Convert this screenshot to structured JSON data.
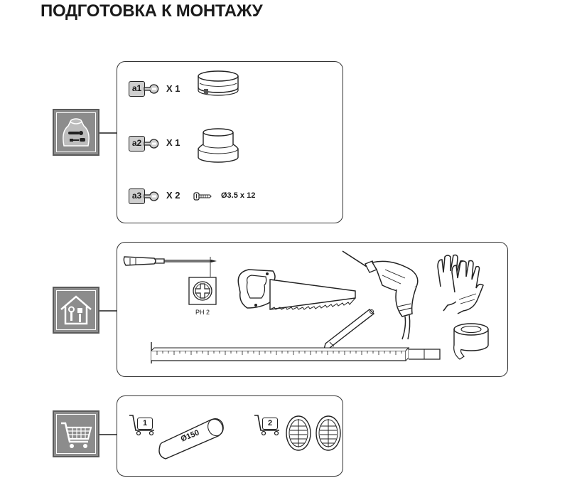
{
  "title": "ПОДГОТОВКА К МОНТАЖУ",
  "parts": [
    {
      "badge": "a1",
      "qty": "X 1"
    },
    {
      "badge": "a2",
      "qty": "X 1"
    },
    {
      "badge": "a3",
      "qty": "X 2",
      "spec": "Ø3.5 x 12"
    }
  ],
  "tools": {
    "screwdriver_bit": "PH 2"
  },
  "purchase": [
    {
      "number": "1",
      "duct_label": "Ø150"
    },
    {
      "number": "2"
    }
  ]
}
